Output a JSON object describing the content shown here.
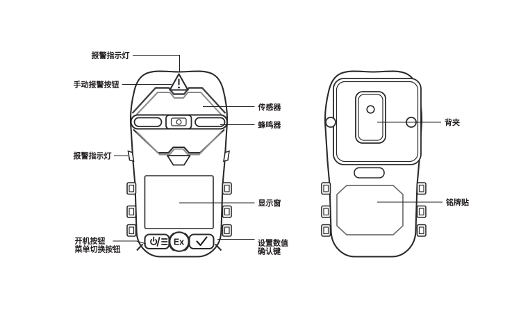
{
  "figure": {
    "background": "#ffffff",
    "line_color": "#2a2a2c",
    "secondary_line_color": "#8a8b8d",
    "labels": {
      "alarm_indicator_top": "报警指示灯",
      "manual_alarm_button": "手动报警按钮",
      "sensor": "传感器",
      "buzzer": "蜂鸣器",
      "alarm_indicator_side": "报警指示灯",
      "display_window": "显示窗",
      "power_button_line1": "开机按钮",
      "power_button_line2": "菜单切换按钮",
      "settings_value_line1": "设置数值",
      "settings_value_line2": "确认键",
      "back_clip": "背夹",
      "nameplate_sticker": "铭牌贴"
    },
    "device_marks": {
      "ex_logo": "Ex",
      "warning_mark": "!",
      "power_menu_icon": "⏻/≡",
      "confirm_icon": "✓"
    }
  }
}
